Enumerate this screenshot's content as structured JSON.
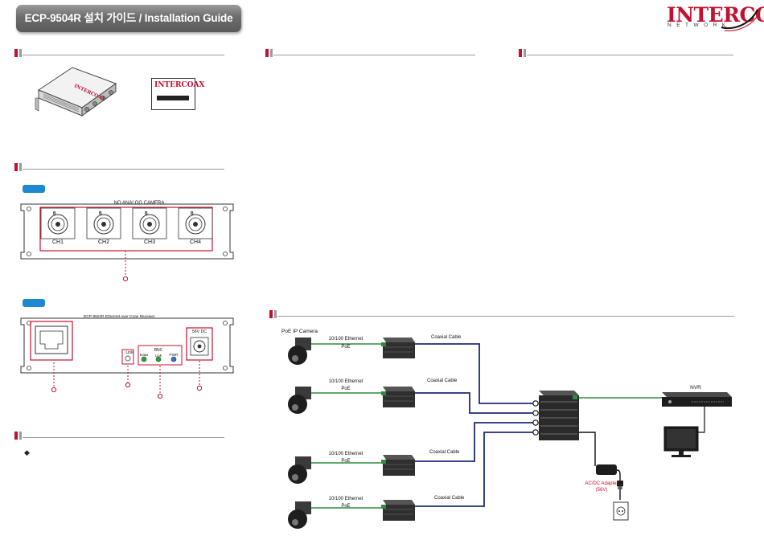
{
  "header": {
    "title": "ECP-9504R 설치 가이드 / Installation Guide"
  },
  "logo": {
    "brand": "INTERCOAX",
    "tagline": "NETWORK"
  },
  "front_panel": {
    "label": "NO ANALOG CAMERA",
    "channels": [
      "CH1",
      "CH2",
      "CH3",
      "CH4"
    ]
  },
  "rear_panel": {
    "model_label": "ECP-9504R Ethernet over Coax Receiver",
    "link_label": "Link",
    "bnc_label": "BNC",
    "led_labels": [
      "Data",
      "Link",
      "PWR"
    ],
    "power_label": "56V DC"
  },
  "diagram": {
    "camera_label": "PoE IP Camera",
    "ethernet_label": "10/100 Ethernet",
    "poe_label": "PoE",
    "coax_label": "Coaxial Cable",
    "nvr_label": "NVR",
    "adapter_label": "AC/DC Adapter",
    "adapter_voltage": "(56V)"
  }
}
